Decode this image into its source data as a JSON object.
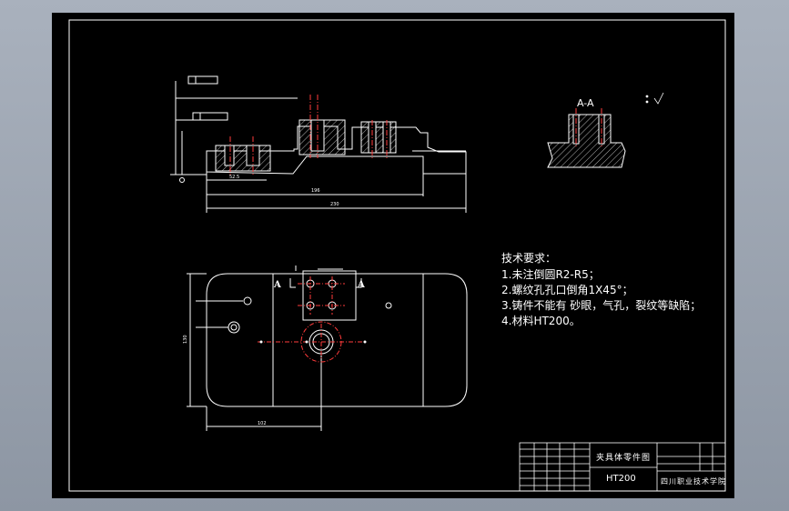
{
  "technical_requirements": {
    "title": "技术要求：",
    "items": [
      "1.未注倒圆R2-R5；",
      "2.螺纹孔孔口倒角1X45°；",
      "3.铸件不能有 砂眼，气孔，裂纹等缺陷；",
      "4.材料HT200。"
    ]
  },
  "section_view": {
    "label": "A-A"
  },
  "title_block": {
    "part_name": "夹具体零件图",
    "material": "HT200",
    "organization": "四川职业技术学院"
  },
  "dimensions": {
    "front_overall_length": "230",
    "front_inner_length": "196",
    "front_small": "52.5",
    "plan_height": "130",
    "plan_bottom": "102",
    "cut_mark": "A"
  },
  "colors": {
    "background": "#000000",
    "lines": "#ffffff",
    "centerline": "#ff3b3b"
  }
}
